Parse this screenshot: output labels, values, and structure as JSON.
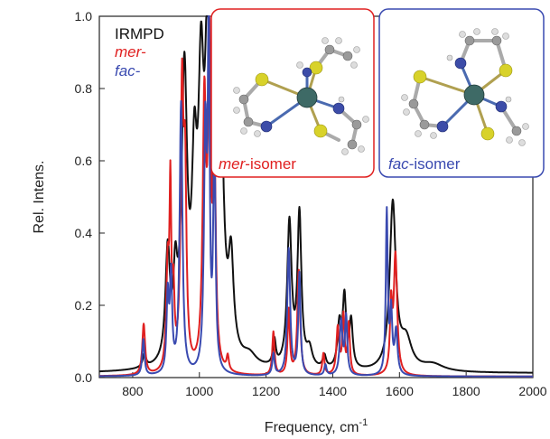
{
  "chart_data": {
    "type": "line",
    "xlabel": "Frequency, cm",
    "xlabel_sup": "-1",
    "ylabel": "Rel. Intens.",
    "xlim": [
      700,
      2000
    ],
    "ylim": [
      0,
      1.0
    ],
    "x_ticks": [
      800,
      1000,
      1200,
      1400,
      1600,
      1800,
      2000
    ],
    "y_ticks": [
      0.0,
      0.2,
      0.4,
      0.6,
      0.8,
      1.0
    ],
    "y_tick_labels": [
      "0.0",
      "0.2",
      "0.4",
      "0.6",
      "0.8",
      "1.0"
    ],
    "grid": false,
    "legend_position": "top-left",
    "series": [
      {
        "name": "IRMPD",
        "color": "#111111",
        "peaks": [
          [
            835,
            0.035,
            6
          ],
          [
            905,
            0.3,
            8
          ],
          [
            928,
            0.2,
            7
          ],
          [
            955,
            0.78,
            10
          ],
          [
            985,
            0.45,
            9
          ],
          [
            1005,
            0.68,
            10
          ],
          [
            1025,
            0.84,
            9
          ],
          [
            1060,
            1.0,
            11
          ],
          [
            1095,
            0.25,
            9
          ],
          [
            1150,
            0.03,
            25
          ],
          [
            1225,
            0.07,
            5
          ],
          [
            1270,
            0.4,
            8
          ],
          [
            1300,
            0.42,
            7
          ],
          [
            1330,
            0.05,
            10
          ],
          [
            1375,
            0.035,
            6
          ],
          [
            1420,
            0.12,
            7
          ],
          [
            1435,
            0.19,
            6
          ],
          [
            1455,
            0.13,
            6
          ],
          [
            1580,
            0.46,
            11
          ],
          [
            1620,
            0.08,
            20
          ],
          [
            1700,
            0.02,
            40
          ]
        ],
        "baseline": 0.012
      },
      {
        "name": "mer-",
        "color": "#e02020",
        "peaks": [
          [
            833,
            0.14,
            5
          ],
          [
            905,
            0.28,
            5
          ],
          [
            913,
            0.46,
            3
          ],
          [
            922,
            0.2,
            4
          ],
          [
            948,
            0.74,
            5
          ],
          [
            957,
            0.5,
            5
          ],
          [
            1015,
            0.72,
            6
          ],
          [
            1030,
            0.86,
            5
          ],
          [
            1045,
            0.56,
            5
          ],
          [
            1085,
            0.04,
            4
          ],
          [
            1222,
            0.12,
            4
          ],
          [
            1268,
            0.18,
            4
          ],
          [
            1298,
            0.29,
            5
          ],
          [
            1372,
            0.06,
            4
          ],
          [
            1415,
            0.13,
            5
          ],
          [
            1432,
            0.16,
            4
          ],
          [
            1448,
            0.14,
            4
          ],
          [
            1575,
            0.18,
            4
          ],
          [
            1588,
            0.33,
            6
          ]
        ],
        "baseline": 0.003
      },
      {
        "name": "fac-",
        "color": "#3a4ab0",
        "peaks": [
          [
            832,
            0.1,
            4
          ],
          [
            905,
            0.21,
            4
          ],
          [
            915,
            0.26,
            4
          ],
          [
            945,
            0.75,
            5
          ],
          [
            1018,
            0.66,
            5
          ],
          [
            1028,
            1.0,
            3
          ],
          [
            1045,
            0.64,
            4
          ],
          [
            1222,
            0.06,
            4
          ],
          [
            1268,
            0.35,
            5
          ],
          [
            1300,
            0.28,
            4
          ],
          [
            1378,
            0.03,
            4
          ],
          [
            1425,
            0.15,
            5
          ],
          [
            1440,
            0.16,
            4
          ],
          [
            1562,
            0.45,
            3.5
          ],
          [
            1575,
            0.17,
            4
          ],
          [
            1590,
            0.12,
            5
          ]
        ],
        "baseline": 0.003
      }
    ]
  },
  "legend": {
    "items": [
      {
        "label": "IRMPD",
        "color": "#111111",
        "italic": false
      },
      {
        "label": "mer-",
        "color": "#e02020",
        "italic": true
      },
      {
        "label": "fac-",
        "color": "#3a4ab0",
        "italic": true
      }
    ]
  },
  "insets": [
    {
      "prefix": "mer",
      "suffix": "-isomer",
      "color": "#e02020"
    },
    {
      "prefix": "fac",
      "suffix": "-isomer",
      "color": "#3a4ab0"
    }
  ]
}
